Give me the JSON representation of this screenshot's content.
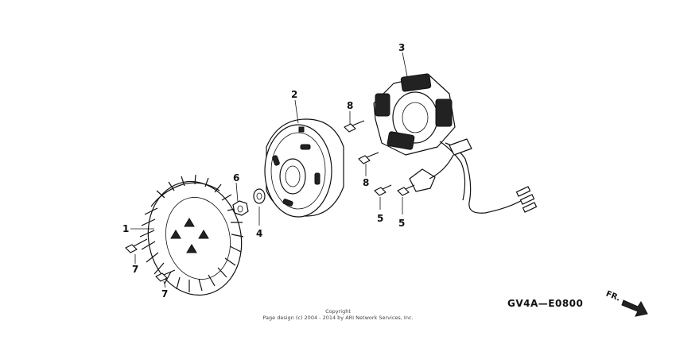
{
  "diagram": {
    "callouts": [
      {
        "id": "c1",
        "label": "1"
      },
      {
        "id": "c2",
        "label": "2"
      },
      {
        "id": "c3",
        "label": "3"
      },
      {
        "id": "c4",
        "label": "4"
      },
      {
        "id": "c5a",
        "label": "5"
      },
      {
        "id": "c5b",
        "label": "5"
      },
      {
        "id": "c6",
        "label": "6"
      },
      {
        "id": "c7a",
        "label": "7"
      },
      {
        "id": "c7b",
        "label": "7"
      },
      {
        "id": "c8a",
        "label": "8"
      },
      {
        "id": "c8b",
        "label": "8"
      }
    ],
    "figure_code": "GV4A—E0800",
    "direction_label": "FR.",
    "copyright_line1": "Copyright",
    "copyright_line2": "Page design (c) 2004 - 2014 by ARI Network Services, Inc."
  }
}
